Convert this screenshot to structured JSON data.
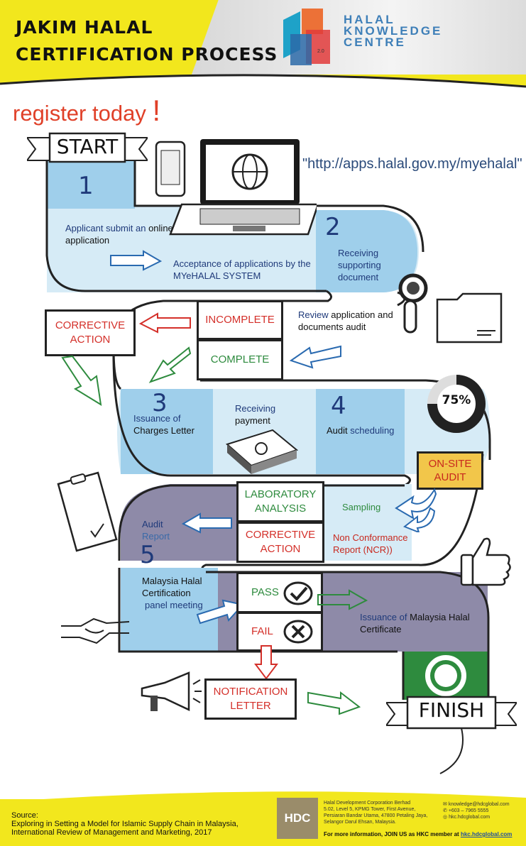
{
  "header": {
    "title_line1": "JAKIM HALAL",
    "title_line2": "CERTIFICATION PROCESS",
    "logo_line1": "HALAL",
    "logo_line2": "KNOWLEDGE",
    "logo_line3": "CENTRE",
    "logo_badge": "2.0"
  },
  "tagline": "register today",
  "tagline_mark": "!",
  "url": "\"http://apps.halal.gov.my/myehalal\"",
  "start_label": "START",
  "finish_label": "FINISH",
  "steps": {
    "s1_num": "1",
    "s1_text_a": "Applicant submit an ",
    "s1_text_b": "online application",
    "s1b_text": "Acceptance of applications by the MYeHALAL SYSTEM",
    "s2_num": "2",
    "s2_text": "Receiving supporting document",
    "s2b_text_a": "Review ",
    "s2b_text_b": "application and documents audit",
    "incomplete": "INCOMPLETE",
    "complete": "COMPLETE",
    "corrective_action_1": "CORRECTIVE ACTION",
    "s3_num": "3",
    "s3_text_a": "Issuance of ",
    "s3_text_b": "Charges Letter",
    "payment_a": "Receiving ",
    "payment_b": "payment",
    "s4_num": "4",
    "s4_text_a": "Audit ",
    "s4_text_b": "scheduling",
    "progress_label": "75%",
    "onsite_audit": "ON-SITE AUDIT",
    "lab_analysis": "LABORATORY ANALYSIS",
    "sampling": "Sampling",
    "corrective_action_2": "CORRECTIVE ACTION",
    "ncr": "Non Conformance Report (NCR))",
    "audit_report_a": "Audit",
    "audit_report_b": "Report",
    "s5_num": "5",
    "panel_a": "Malaysia Halal Certification",
    "panel_b": "panel meeting",
    "pass": "PASS",
    "fail": "FAIL",
    "issuance_a": "Issuance of ",
    "issuance_b": "Malaysia Halal Certificate",
    "notification": "NOTIFICATION LETTER"
  },
  "footer": {
    "source_label": "Source:",
    "source_line1": "Exploring in Setting a Model for Islamic Supply Chain in Malaysia,",
    "source_line2": "International Review of Management and Marketing, 2017",
    "hdc_logo": "HDC",
    "corp_line1": "Halal Development Corporation Berhad",
    "corp_line2": "5.02, Level 5, KPMG Tower, First Avenue,",
    "corp_line3": "Persiaran Bandar Utama, 47800 Petaling Jaya,",
    "corp_line4": "Selangor Darul Ehsan, Malaysia.",
    "email": "knowledge@hdcglobal.com",
    "phone": "+603 – 7965 5555",
    "web": "hkc.hdcglobal.com",
    "join_text": "For more information, JOIN US as HKC member at ",
    "join_link": "hkc.hdcglobal.com"
  },
  "colors": {
    "yellow": "#f2e71d",
    "light_blue": "#d6ebf6",
    "mid_blue": "#9fcfeb",
    "purple_grey": "#8e8aa8",
    "green": "#2e8b3e",
    "red": "#d4302a"
  }
}
